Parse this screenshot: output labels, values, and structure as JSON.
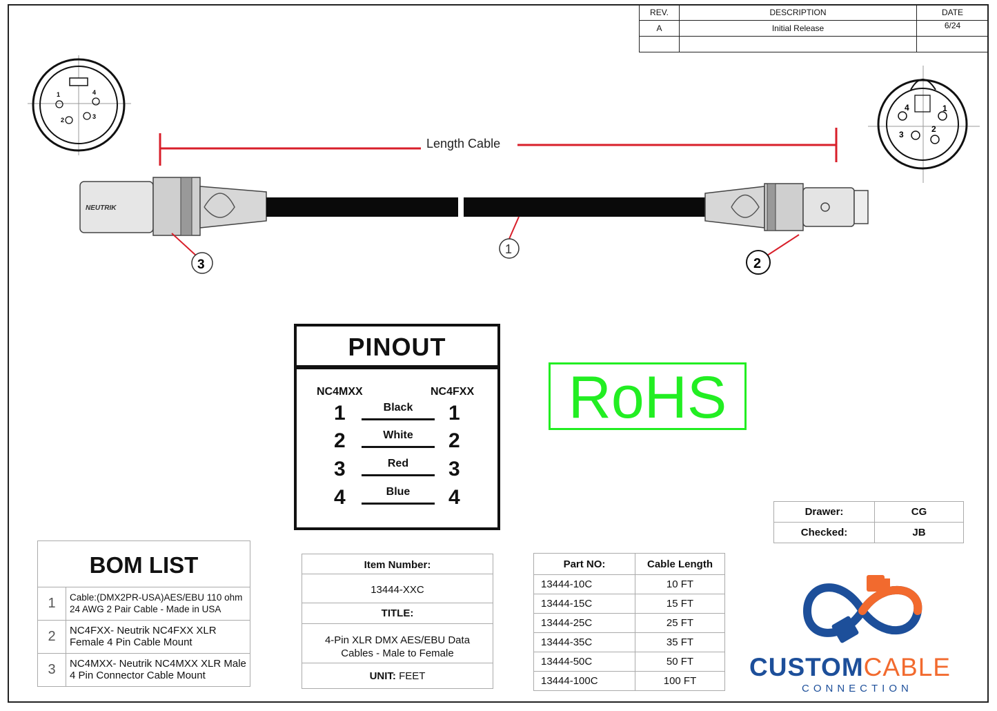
{
  "revision_table": {
    "headers": [
      "REV.",
      "DESCRIPTION",
      "DATE"
    ],
    "rows": [
      [
        "A",
        "Initial Release",
        "6/24"
      ],
      [
        "",
        "",
        ""
      ]
    ]
  },
  "diagram": {
    "length_label": "Length Cable",
    "callouts": [
      "1",
      "2",
      "3"
    ],
    "brand_label": "NEUTRIK",
    "male_pin_labels": [
      "1",
      "2",
      "3",
      "4"
    ],
    "female_pin_labels": [
      "1",
      "2",
      "3",
      "4"
    ]
  },
  "pinout": {
    "title": "PINOUT",
    "left_header": "NC4MXX",
    "right_header": "NC4FXX",
    "rows": [
      {
        "left": "1",
        "color": "Black",
        "right": "1"
      },
      {
        "left": "2",
        "color": "White",
        "right": "2"
      },
      {
        "left": "3",
        "color": "Red",
        "right": "3"
      },
      {
        "left": "4",
        "color": "Blue",
        "right": "4"
      }
    ]
  },
  "rohs": {
    "label": "RoHS",
    "color": "#22ee22"
  },
  "approvals": {
    "drawer_label": "Drawer:",
    "drawer_value": "CG",
    "checked_label": "Checked:",
    "checked_value": "JB"
  },
  "bom": {
    "title": "BOM LIST",
    "items": [
      {
        "num": "1",
        "text": "Cable:(DMX2PR-USA)AES/EBU  110  ohm 24 AWG 2 Pair Cable - Made in USA"
      },
      {
        "num": "2",
        "text": "NC4FXX- Neutrik NC4FXX XLR Female 4 Pin Cable Mount"
      },
      {
        "num": "3",
        "text": "NC4MXX- Neutrik NC4MXX XLR Male 4 Pin Connector Cable Mount"
      }
    ]
  },
  "item_info": {
    "item_number_label": "Item Number:",
    "item_number": "13444-XXC",
    "title_label": "TITLE:",
    "title": "4-Pin XLR DMX AES/EBU Data Cables - Male to Female",
    "unit_label": "UNIT:",
    "unit": "FEET"
  },
  "parts": {
    "headers": [
      "Part NO:",
      "Cable Length"
    ],
    "rows": [
      [
        "13444-10C",
        "10 FT"
      ],
      [
        "13444-15C",
        "15 FT"
      ],
      [
        "13444-25C",
        "25 FT"
      ],
      [
        "13444-35C",
        "35 FT"
      ],
      [
        "13444-50C",
        "50 FT"
      ],
      [
        "13444-100C",
        "100 FT"
      ]
    ]
  },
  "logo": {
    "custom": "CUSTOM",
    "cable": "CABLE",
    "sub": "CONNECTION",
    "blue": "#1d4f9a",
    "orange": "#f26a2e"
  }
}
